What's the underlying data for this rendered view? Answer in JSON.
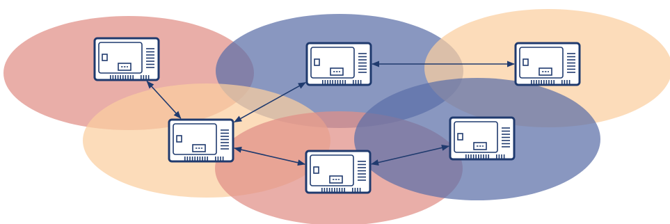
{
  "diagram": {
    "type": "wireless-mesh-network",
    "colors": {
      "salmon": "#e08f86",
      "blue": "#5b6fa8",
      "peach": "#fbcf9f",
      "link": "#1f3a6e",
      "device": "#1f3a6e"
    },
    "coverage_areas": [
      {
        "id": "cov-top-left",
        "color": "salmon"
      },
      {
        "id": "cov-top-mid",
        "color": "blue"
      },
      {
        "id": "cov-top-right",
        "color": "peach"
      },
      {
        "id": "cov-mid-left",
        "color": "peach"
      },
      {
        "id": "cov-bottom-mid",
        "color": "salmon"
      },
      {
        "id": "cov-mid-right",
        "color": "blue"
      }
    ],
    "devices": [
      {
        "id": "dev-top-left",
        "icon": "router-device-icon"
      },
      {
        "id": "dev-top-mid",
        "icon": "router-device-icon"
      },
      {
        "id": "dev-top-right",
        "icon": "router-device-icon"
      },
      {
        "id": "dev-mid-left",
        "icon": "router-device-icon"
      },
      {
        "id": "dev-bottom-mid",
        "icon": "router-device-icon"
      },
      {
        "id": "dev-mid-right",
        "icon": "router-device-icon"
      }
    ],
    "links": [
      {
        "from": "dev-top-left",
        "to": "dev-mid-left",
        "bidirectional": true
      },
      {
        "from": "dev-mid-left",
        "to": "dev-top-mid",
        "bidirectional": true
      },
      {
        "from": "dev-top-mid",
        "to": "dev-top-right",
        "bidirectional": true
      },
      {
        "from": "dev-mid-left",
        "to": "dev-bottom-mid",
        "bidirectional": true
      },
      {
        "from": "dev-bottom-mid",
        "to": "dev-mid-right",
        "bidirectional": true
      }
    ]
  }
}
